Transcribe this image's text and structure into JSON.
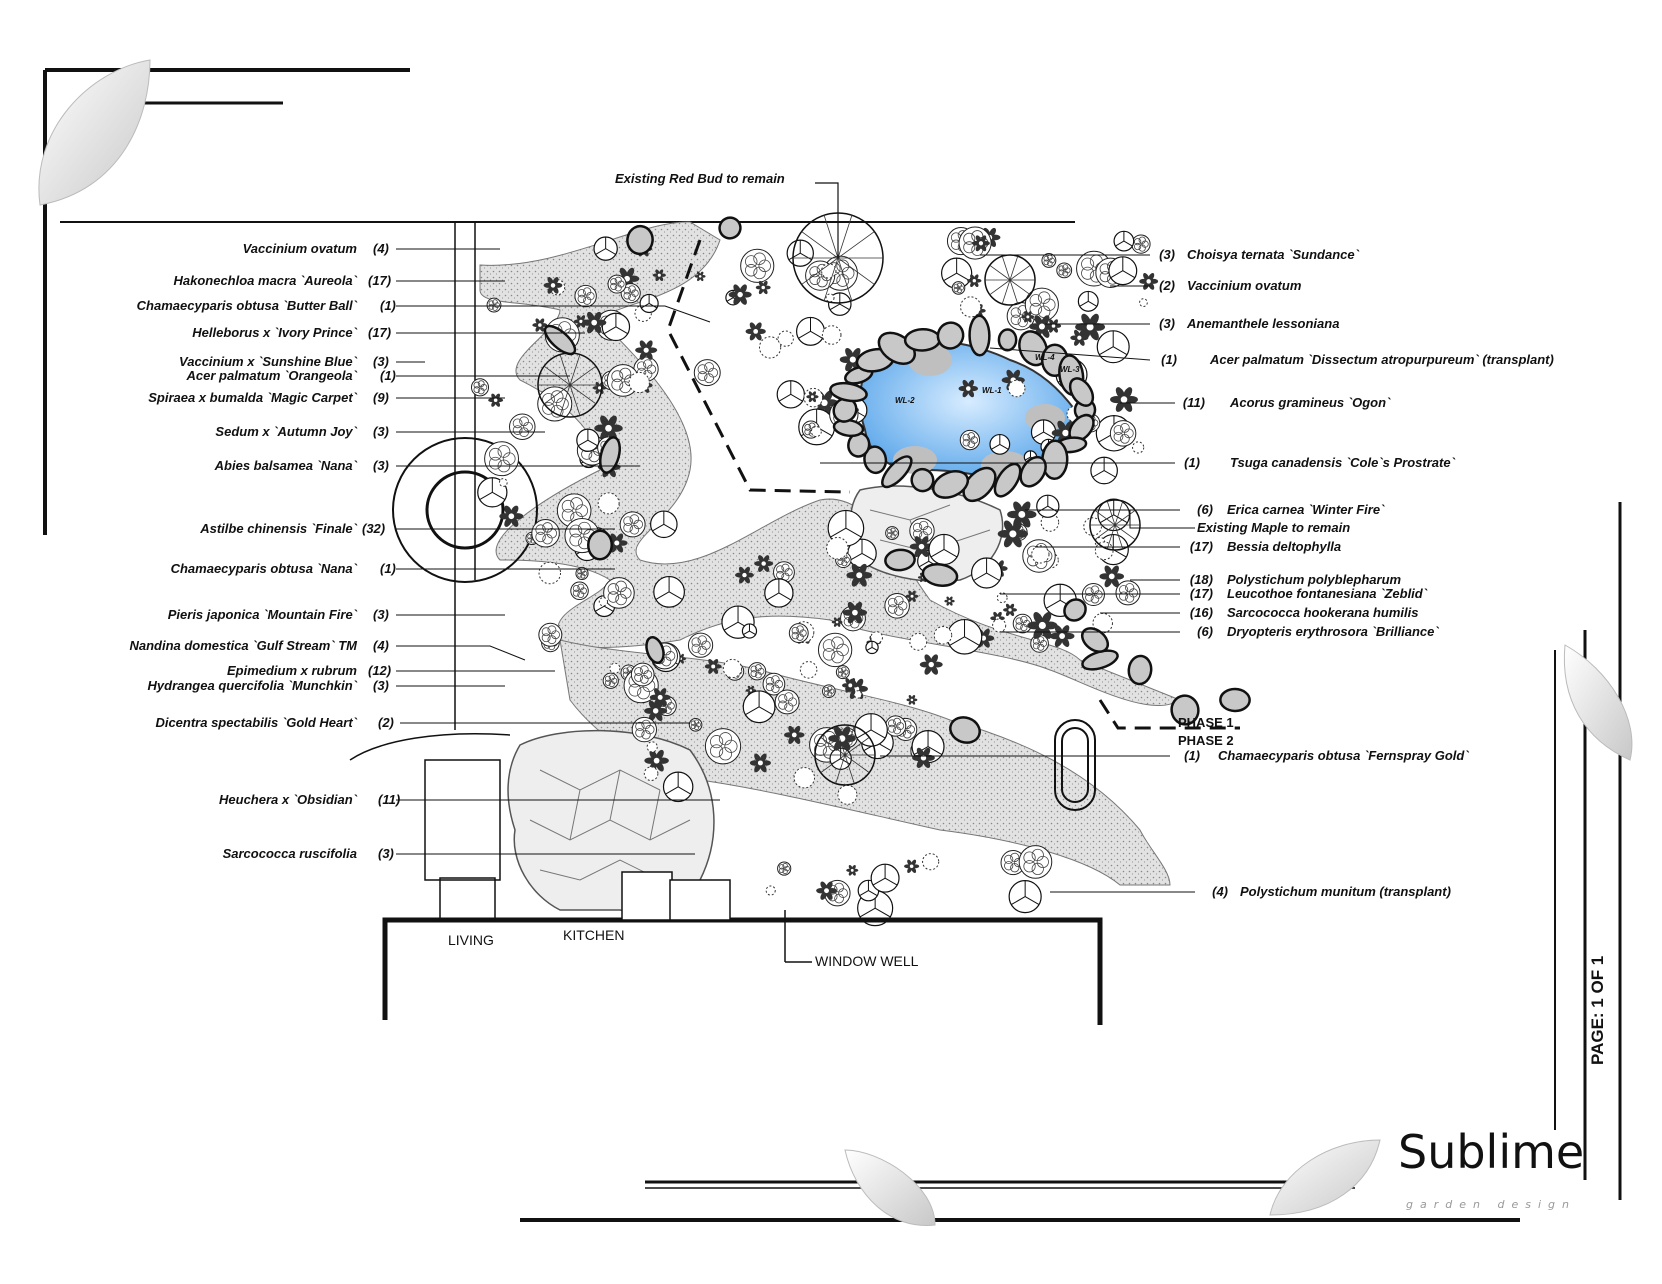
{
  "title_annotation": "Existing Red Bud to remain",
  "labels_left": [
    {
      "name": "Vaccinium ovatum",
      "qty": "(4)"
    },
    {
      "name": "Hakonechloa macra `Aureola`",
      "qty": "(17)"
    },
    {
      "name": "Chamaecyparis obtusa `Butter Ball`",
      "qty": "(1)"
    },
    {
      "name": "Helleborus x `Ivory Prince`",
      "qty": "(17)"
    },
    {
      "name": "Vaccinium x `Sunshine Blue`",
      "qty": "(3)"
    },
    {
      "name": "Acer palmatum `Orangeola`",
      "qty": "(1)"
    },
    {
      "name": "Spiraea x bumalda `Magic Carpet`",
      "qty": "(9)"
    },
    {
      "name": "Sedum x `Autumn Joy`",
      "qty": "(3)"
    },
    {
      "name": "Abies balsamea `Nana`",
      "qty": "(3)"
    },
    {
      "name": "Astilbe chinensis `Finale`",
      "qty": "(32)"
    },
    {
      "name": "Chamaecyparis obtusa `Nana`",
      "qty": "(1)"
    },
    {
      "name": "Pieris japonica `Mountain Fire`",
      "qty": "(3)"
    },
    {
      "name": "Nandina domestica `Gulf Stream` TM",
      "qty": "(4)"
    },
    {
      "name": "Epimedium x rubrum",
      "qty": "(12)"
    },
    {
      "name": "Hydrangea quercifolia `Munchkin`",
      "qty": "(3)"
    },
    {
      "name": "Dicentra spectabilis `Gold Heart`",
      "qty": "(2)"
    },
    {
      "name": "Heuchera x `Obsidian`",
      "qty": "(11)"
    },
    {
      "name": "Sarcococca ruscifolia",
      "qty": "(3)"
    }
  ],
  "labels_right": [
    {
      "qty": "(3)",
      "name": "Choisya ternata `Sundance`"
    },
    {
      "qty": "(2)",
      "name": "Vaccinium ovatum"
    },
    {
      "qty": "(3)",
      "name": "Anemanthele lessoniana"
    },
    {
      "qty": "(1)",
      "name": "Acer palmatum `Dissectum atropurpureum` (transplant)"
    },
    {
      "qty": "(11)",
      "name": "Acorus gramineus `Ogon`"
    },
    {
      "qty": "(1)",
      "name": "Tsuga canadensis `Cole`s Prostrate`"
    },
    {
      "qty": "(6)",
      "name": "Erica carnea `Winter Fire`"
    },
    {
      "qty": "",
      "name": "Existing Maple to remain"
    },
    {
      "qty": "(17)",
      "name": "Bessia deltophylla"
    },
    {
      "qty": "(18)",
      "name": "Polystichum polyblepharum"
    },
    {
      "qty": "(17)",
      "name": "Leucothoe fontanesiana `Zeblid`"
    },
    {
      "qty": "(16)",
      "name": "Sarcococca hookerana humilis"
    },
    {
      "qty": "(6)",
      "name": "Dryopteris erythrosora `Brilliance`"
    },
    {
      "qty": "(1)",
      "name": "Chamaecyparis obtusa `Fernspray Gold`"
    },
    {
      "qty": "(4)",
      "name": "Polystichum munitum (transplant)"
    }
  ],
  "phase_labels": {
    "phase1": "PHASE 1",
    "phase2": "PHASE 2"
  },
  "rooms": {
    "living": "LIVING",
    "kitchen": "KITCHEN",
    "window_well": "WINDOW WELL"
  },
  "pond_labels": [
    "WL-1",
    "WL-2",
    "WL-3",
    "WL-4"
  ],
  "page_tag": "PAGE: 1 OF 1",
  "brand": {
    "name": "Sublime",
    "tagline": "garden design"
  },
  "colors": {
    "pond": "#8ec4f2",
    "gravel": "#d9d9d9",
    "ink": "#111111"
  }
}
